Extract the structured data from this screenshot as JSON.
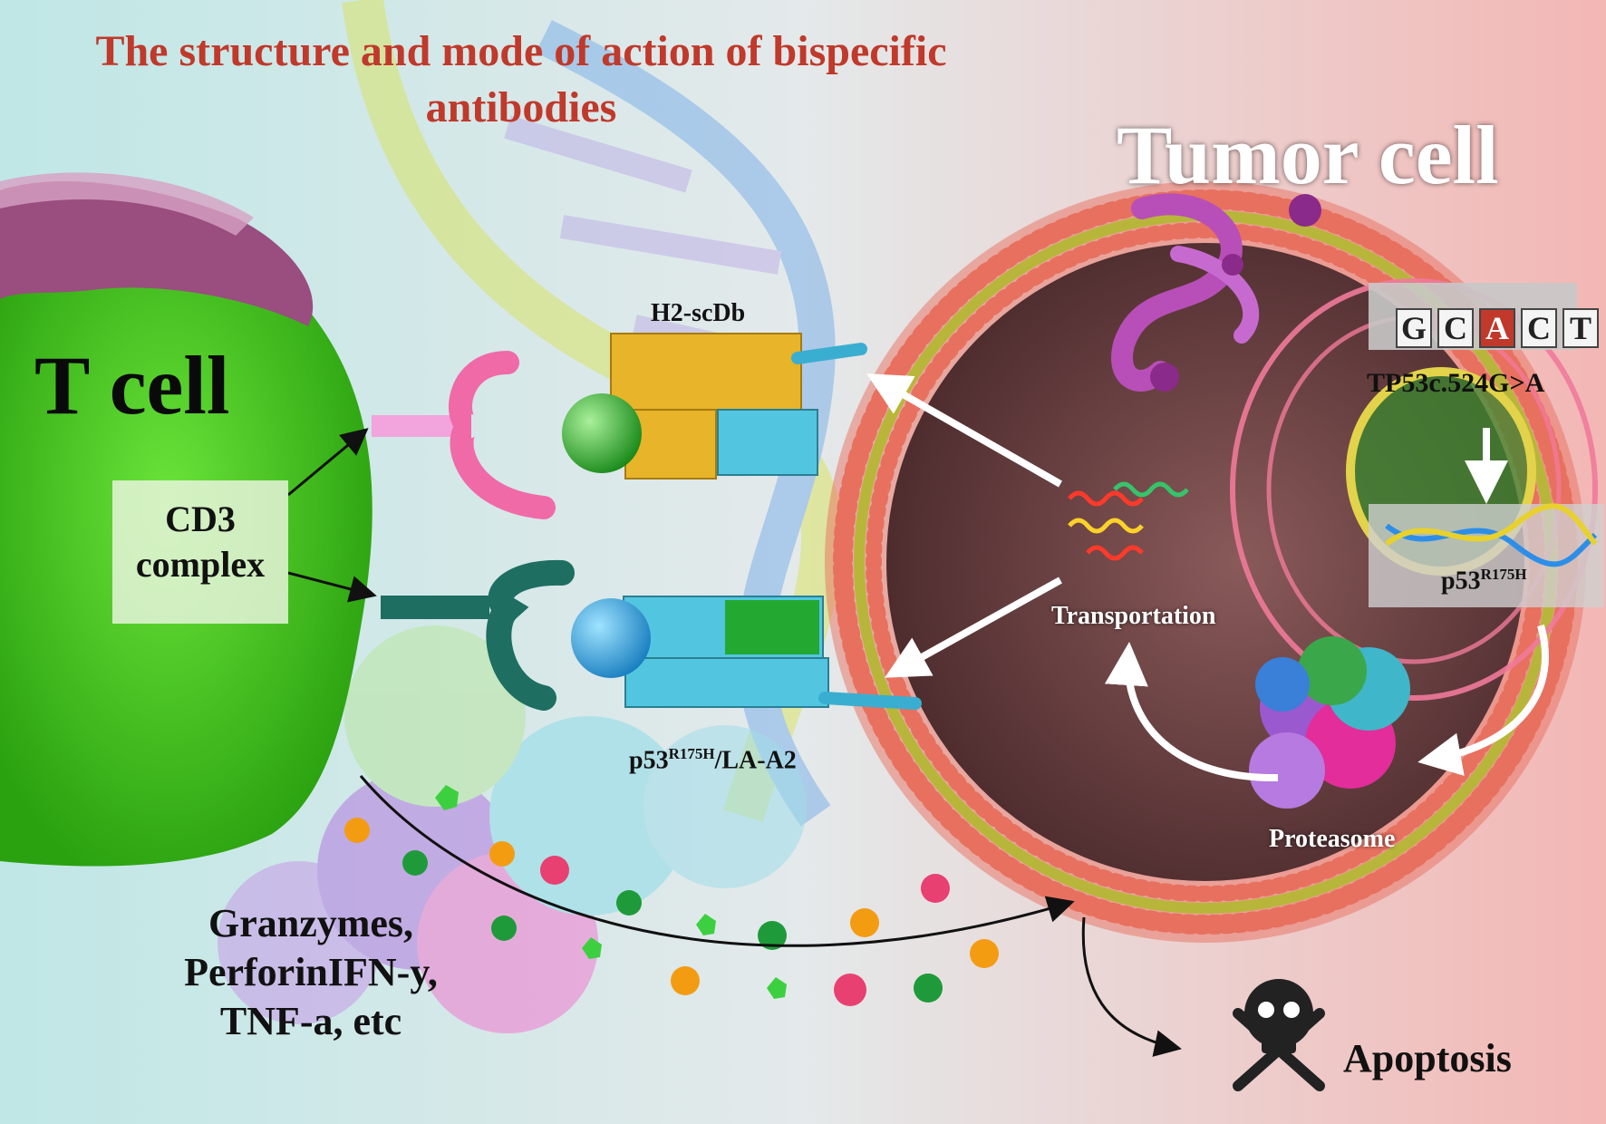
{
  "title": "The structure and mode of action of bispecific antibodies",
  "labels": {
    "t_cell": "T cell",
    "tumor_cell": "Tumor cell",
    "cd3_complex": "CD3 complex",
    "h2_scdb": "H2-scDb",
    "p53_hla_prefix": "p53",
    "p53_hla_sup": "R175H",
    "p53_hla_suffix": "/LA-A2",
    "granzymes": "Granzymes, PerforinIFN-y, TNF-a, etc",
    "transportation": "Transportation",
    "proteasome": "Proteasome",
    "mutation": "TP53c.524G>A",
    "p53_mut_prefix": "p53",
    "p53_mut_sup": "R175H",
    "apoptosis": "Apoptosis"
  },
  "sequence": {
    "letters": [
      "G",
      "C",
      "A",
      "C",
      "T"
    ],
    "mutated_index": 2
  },
  "colors": {
    "title": "#c0392b",
    "t_cell": "#4fd320",
    "tumor_membrane": "#e8705f",
    "tumor_interior": "#6b3f3f",
    "h2_scdb_body": "#e8b42a",
    "receptor_pink": "#f06aa8",
    "receptor_teal": "#1e6e62",
    "antibody_blue": "#52c6e0",
    "antibody_green": "#23a832"
  },
  "icons": [
    "skull-crossbones-icon",
    "dna-helix-icon",
    "rna-strand-icon"
  ]
}
